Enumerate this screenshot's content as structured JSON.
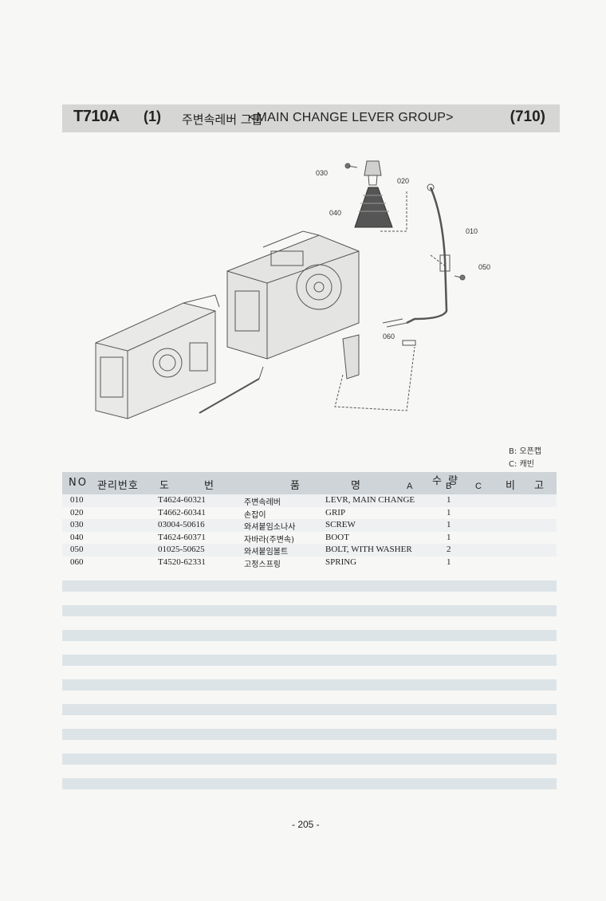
{
  "header": {
    "code": "T710A",
    "num": "(1)",
    "title_ko": "주변속레버 그룹",
    "title_en": "<MAIN CHANGE LEVER GROUP>",
    "group": "(710)"
  },
  "callouts": [
    "030",
    "020",
    "040",
    "010",
    "050",
    "060"
  ],
  "legend": {
    "b": "B: 오픈캡",
    "c": "C: 캐빈"
  },
  "table": {
    "headers": {
      "no": "NO",
      "mgmt": "관리번호",
      "do": "도",
      "beon": "번",
      "pum": "품",
      "myeong": "명",
      "qty": "수량",
      "a": "A",
      "b": "B",
      "c": "C",
      "bi": "비",
      "go": "고"
    },
    "rows": [
      {
        "no": "010",
        "part": "T4624-60321",
        "ko": "주변속레버",
        "en": "LEVR, MAIN CHANGE",
        "qty_b": "1"
      },
      {
        "no": "020",
        "part": "T4662-60341",
        "ko": "손잡이",
        "en": "GRIP",
        "qty_b": "1"
      },
      {
        "no": "030",
        "part": "03004-50616",
        "ko": "와셔붙임소나사",
        "en": "SCREW",
        "qty_b": "1"
      },
      {
        "no": "040",
        "part": "T4624-60371",
        "ko": "자바라(주변속)",
        "en": "BOOT",
        "qty_b": "1"
      },
      {
        "no": "050",
        "part": "01025-50625",
        "ko": "와셔붙임볼트",
        "en": "BOLT, WITH WASHER",
        "qty_b": "2"
      },
      {
        "no": "060",
        "part": "T4520-62331",
        "ko": "고정스프링",
        "en": "SPRING",
        "qty_b": "1"
      }
    ]
  },
  "page": "- 205 -"
}
